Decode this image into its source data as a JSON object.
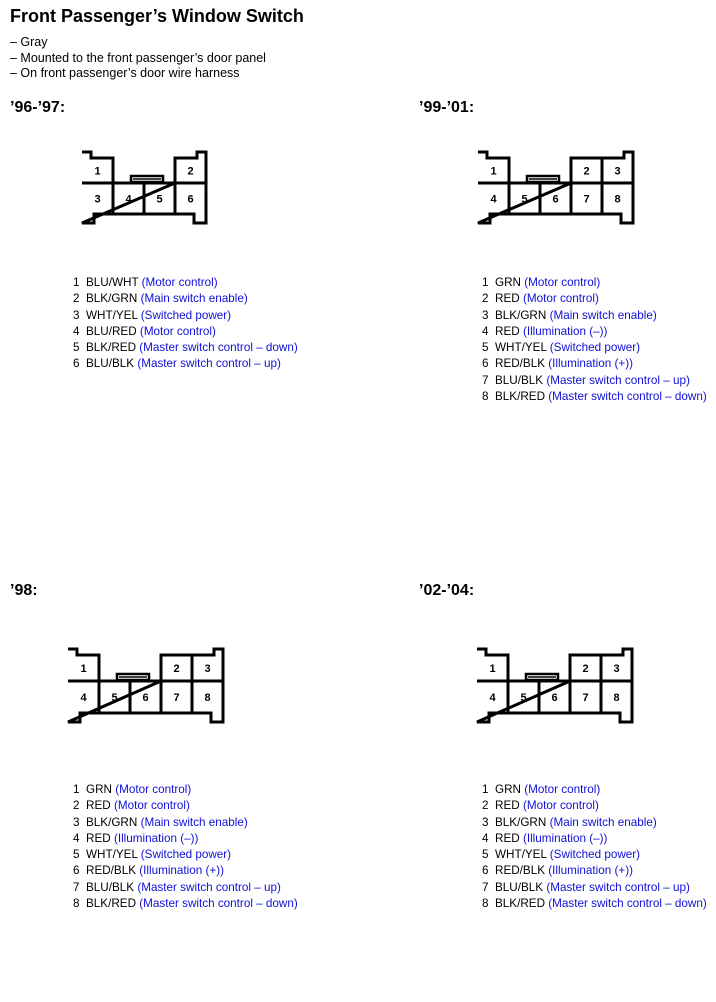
{
  "header": {
    "title": "Front Passenger’s Window Switch",
    "notes": [
      "– Gray",
      "– Mounted to the front passenger’s door panel",
      "– On front passenger’s door wire harness"
    ]
  },
  "colors": {
    "description_text": "#1010d8",
    "connector_outline": "#000000"
  },
  "sections": [
    {
      "title": "’96-’97:",
      "connector": {
        "top_pins": [
          "1",
          "2"
        ],
        "bottom_pins": [
          "3",
          "4",
          "5",
          "6"
        ]
      },
      "pins": [
        {
          "num": "1",
          "wire": "BLU/WHT",
          "desc": "(Motor control)"
        },
        {
          "num": "2",
          "wire": "BLK/GRN",
          "desc": "(Main switch enable)"
        },
        {
          "num": "3",
          "wire": "WHT/YEL",
          "desc": "(Switched power)"
        },
        {
          "num": "4",
          "wire": "BLU/RED",
          "desc": "(Motor control)"
        },
        {
          "num": "5",
          "wire": "BLK/RED",
          "desc": "(Master switch control – down)"
        },
        {
          "num": "6",
          "wire": "BLU/BLK",
          "desc": "(Master switch control – up)"
        }
      ]
    },
    {
      "title": "’99-’01:",
      "connector": {
        "top_pins": [
          "1",
          "2",
          "3"
        ],
        "bottom_pins": [
          "4",
          "5",
          "6",
          "7",
          "8"
        ]
      },
      "pins": [
        {
          "num": "1",
          "wire": "GRN",
          "desc": "(Motor control)"
        },
        {
          "num": "2",
          "wire": "RED",
          "desc": "(Motor control)"
        },
        {
          "num": "3",
          "wire": "BLK/GRN",
          "desc": "(Main switch enable)"
        },
        {
          "num": "4",
          "wire": "RED",
          "desc": "(Illumination (–))"
        },
        {
          "num": "5",
          "wire": "WHT/YEL",
          "desc": "(Switched power)"
        },
        {
          "num": "6",
          "wire": "RED/BLK",
          "desc": "(Illumination (+))"
        },
        {
          "num": "7",
          "wire": "BLU/BLK",
          "desc": "(Master switch control – up)"
        },
        {
          "num": "8",
          "wire": "BLK/RED",
          "desc": "(Master switch control – down)"
        }
      ]
    },
    {
      "title": "’98:",
      "connector": {
        "top_pins": [
          "1",
          "2",
          "3"
        ],
        "bottom_pins": [
          "4",
          "5",
          "6",
          "7",
          "8"
        ]
      },
      "pins": [
        {
          "num": "1",
          "wire": "GRN",
          "desc": "(Motor control)"
        },
        {
          "num": "2",
          "wire": "RED",
          "desc": "(Motor control)"
        },
        {
          "num": "3",
          "wire": "BLK/GRN",
          "desc": "(Main switch enable)"
        },
        {
          "num": "4",
          "wire": "RED",
          "desc": "(Illumination (–))"
        },
        {
          "num": "5",
          "wire": "WHT/YEL",
          "desc": "(Switched power)"
        },
        {
          "num": "6",
          "wire": "RED/BLK",
          "desc": "(Illumination (+))"
        },
        {
          "num": "7",
          "wire": "BLU/BLK",
          "desc": "(Master switch control – up)"
        },
        {
          "num": "8",
          "wire": "BLK/RED",
          "desc": "(Master switch control – down)"
        }
      ]
    },
    {
      "title": "’02-’04:",
      "connector": {
        "top_pins": [
          "1",
          "2",
          "3"
        ],
        "bottom_pins": [
          "4",
          "5",
          "6",
          "7",
          "8"
        ]
      },
      "pins": [
        {
          "num": "1",
          "wire": "GRN",
          "desc": "(Motor control)"
        },
        {
          "num": "2",
          "wire": "RED",
          "desc": "(Motor control)"
        },
        {
          "num": "3",
          "wire": "BLK/GRN",
          "desc": "(Main switch enable)"
        },
        {
          "num": "4",
          "wire": "RED",
          "desc": "(Illumination (–))"
        },
        {
          "num": "5",
          "wire": "WHT/YEL",
          "desc": "(Switched power)"
        },
        {
          "num": "6",
          "wire": "RED/BLK",
          "desc": "(Illumination (+))"
        },
        {
          "num": "7",
          "wire": "BLU/BLK",
          "desc": "(Master switch control – up)"
        },
        {
          "num": "8",
          "wire": "BLK/RED",
          "desc": "(Master switch control – down)"
        }
      ]
    }
  ]
}
